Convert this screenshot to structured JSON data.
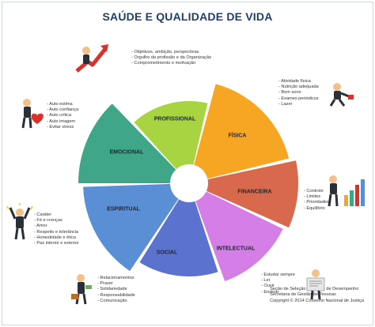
{
  "title": "SAÚDE E QUALIDADE DE VIDA",
  "segments": [
    {
      "name": "PROFISSIONAL",
      "color": "#a8d441"
    },
    {
      "name": "FÍSICA",
      "color": "#f6a623"
    },
    {
      "name": "FINANCEIRA",
      "color": "#d9694d"
    },
    {
      "name": "INTELECTUAL",
      "color": "#d57ee6"
    },
    {
      "name": "SOCIAL",
      "color": "#5b72cf"
    },
    {
      "name": "ESPIRITUAL",
      "color": "#5a8fd6"
    },
    {
      "name": "EMOCIONAL",
      "color": "#3fa687"
    }
  ],
  "notes": {
    "profissional": [
      "Objetivos, ambição, perspectivas",
      "Orgulho da profissão e da Organização",
      "Comprometimento e motivação"
    ],
    "fisica": [
      "Atividade física",
      "Nutrição adequada",
      "Bom sono",
      "Exames periódicos",
      "Lazer"
    ],
    "financeira": [
      "Controle",
      "Limites",
      "Prioridades",
      "Equilíbrio"
    ],
    "intelectual": [
      "Estudar sempre",
      "Ler",
      "Ouvir",
      "Ensinar"
    ],
    "social": [
      "Relacionamentos",
      "Prazer",
      "Solidariedade",
      "Responsabilidade",
      "Comunicação"
    ],
    "espiritual": [
      "Caráter",
      "Fé e crenças",
      "Amor",
      "Respeito e tolerância",
      "Honestidade e ética",
      "Paz interior e exterior"
    ],
    "emocional": [
      "Auto estima",
      "Auto confiança",
      "Auto crítica",
      "Auto imagem",
      "Evitar stress"
    ]
  },
  "footer": [
    "Seção de Seleção e Gestão de Desempenho",
    "Secretaria de Gestão de Pessoas",
    "Copyright © 2014 Conselho Nacional de Justiça"
  ],
  "icons": [
    "businessman-arrow-icon",
    "businessman-running-icon",
    "businessman-money-icon",
    "businessman-newspaper-icon",
    "businessman-chart-icon",
    "businessman-cheering-icon",
    "businessman-heart-icon"
  ]
}
